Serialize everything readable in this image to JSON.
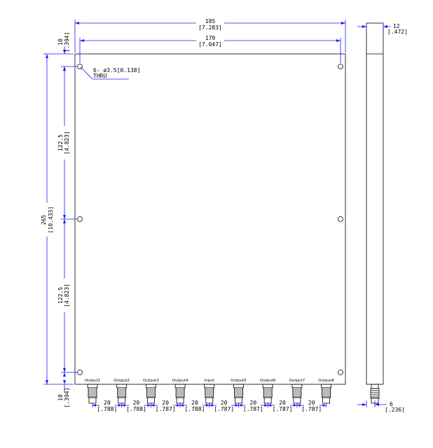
{
  "top_dims": {
    "overall_width": "185",
    "overall_width_in": "[7.283]",
    "hole_spacing": "179",
    "hole_spacing_in": "[7.047]"
  },
  "left_dims": {
    "top_margin": "10",
    "top_margin_in": "[.394]",
    "overall_height": "265",
    "overall_height_in": "[10.433]",
    "upper_pitch": "122.5",
    "upper_pitch_in": "[4.823]",
    "lower_pitch": "122.5",
    "lower_pitch_in": "[4.823]",
    "bottom_margin": "10",
    "bottom_margin_in": "[.394]"
  },
  "hole_callout": {
    "line1": "6- ø3.5[0.138]",
    "line2": "THRU"
  },
  "side_view": {
    "thickness": "12",
    "thickness_in": "[.472]",
    "connector_offset": "6",
    "connector_offset_in": "[.236]"
  },
  "connectors": [
    {
      "label": "Output1"
    },
    {
      "label": "Output2"
    },
    {
      "label": "Output3"
    },
    {
      "label": "Output4"
    },
    {
      "label": "Input"
    },
    {
      "label": "Output5"
    },
    {
      "label": "Output6"
    },
    {
      "label": "Output7"
    },
    {
      "label": "Output8"
    }
  ],
  "pitch_dims": [
    {
      "value": "20",
      "inch": "[.788]"
    },
    {
      "value": "20",
      "inch": "[.788]"
    },
    {
      "value": "20",
      "inch": "[.787]"
    },
    {
      "value": "20",
      "inch": "[.788]"
    },
    {
      "value": "20",
      "inch": "[.787]"
    },
    {
      "value": "20",
      "inch": "[.787]"
    },
    {
      "value": "20",
      "inch": "[.787]"
    },
    {
      "value": "20",
      "inch": "[.787]"
    }
  ],
  "colors": {
    "line": "#000000",
    "dimension": "#1a1aff"
  }
}
